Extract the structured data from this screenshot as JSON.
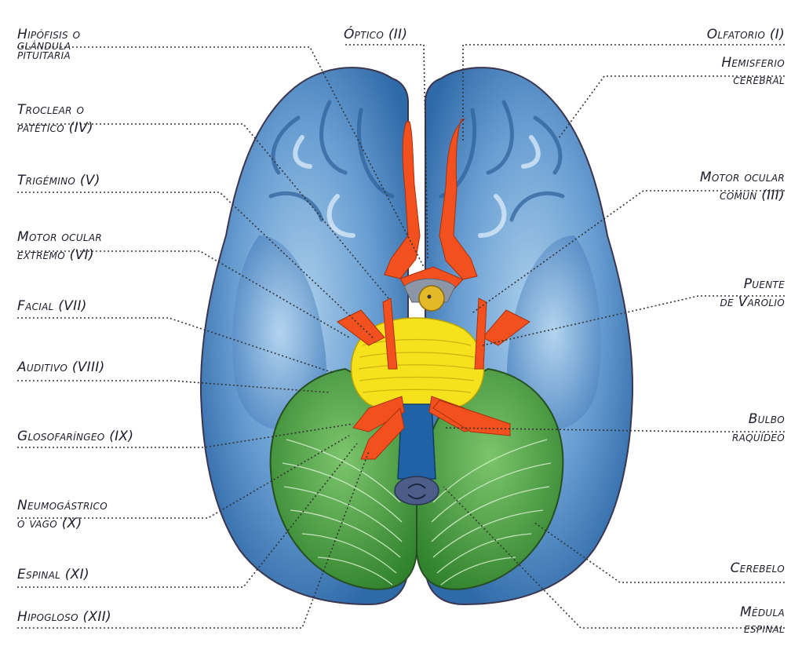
{
  "labels": {
    "hipofisis": [
      "Hipófisis o",
      "glándula",
      "pituitaria"
    ],
    "optico": [
      "Óptico (II)"
    ],
    "olfatorio": [
      "Olfatorio (I)"
    ],
    "hemisferio": [
      "Hemisferio",
      "cerebral"
    ],
    "troclear": [
      "Troclear o",
      "patético (IV)"
    ],
    "trigemino": [
      "Trigémino (V)"
    ],
    "motor_comun": [
      "Motor ocular",
      "común (III)"
    ],
    "motor_externo": [
      "Motor ocular",
      "extremo (VI)"
    ],
    "puente": [
      "Puente",
      "de Varolio"
    ],
    "facial": [
      "Facial (VII)"
    ],
    "auditivo": [
      "Auditivo (VIII)"
    ],
    "bulbo": [
      "Bulbo",
      "raquídeo"
    ],
    "glosofaringeo": [
      "Glosofaríngeo (IX)"
    ],
    "neumogastrico": [
      "Neumogástrico",
      "o vago (X)"
    ],
    "espinal": [
      "Espinal (XI)"
    ],
    "cerebelo": [
      "Cerebelo"
    ],
    "hipogloso": [
      "Hipogloso (XII)"
    ],
    "medula": [
      "Médula",
      "espinal"
    ]
  },
  "colors": {
    "cortex": "#4f88c4",
    "cortex_light": "#9cc3e6",
    "nerves": "#f2501e",
    "pons": "#f6e21c",
    "cerebellum": "#3e9a3a",
    "medulla": "#1f63a6",
    "leader_lines": "#333333"
  }
}
